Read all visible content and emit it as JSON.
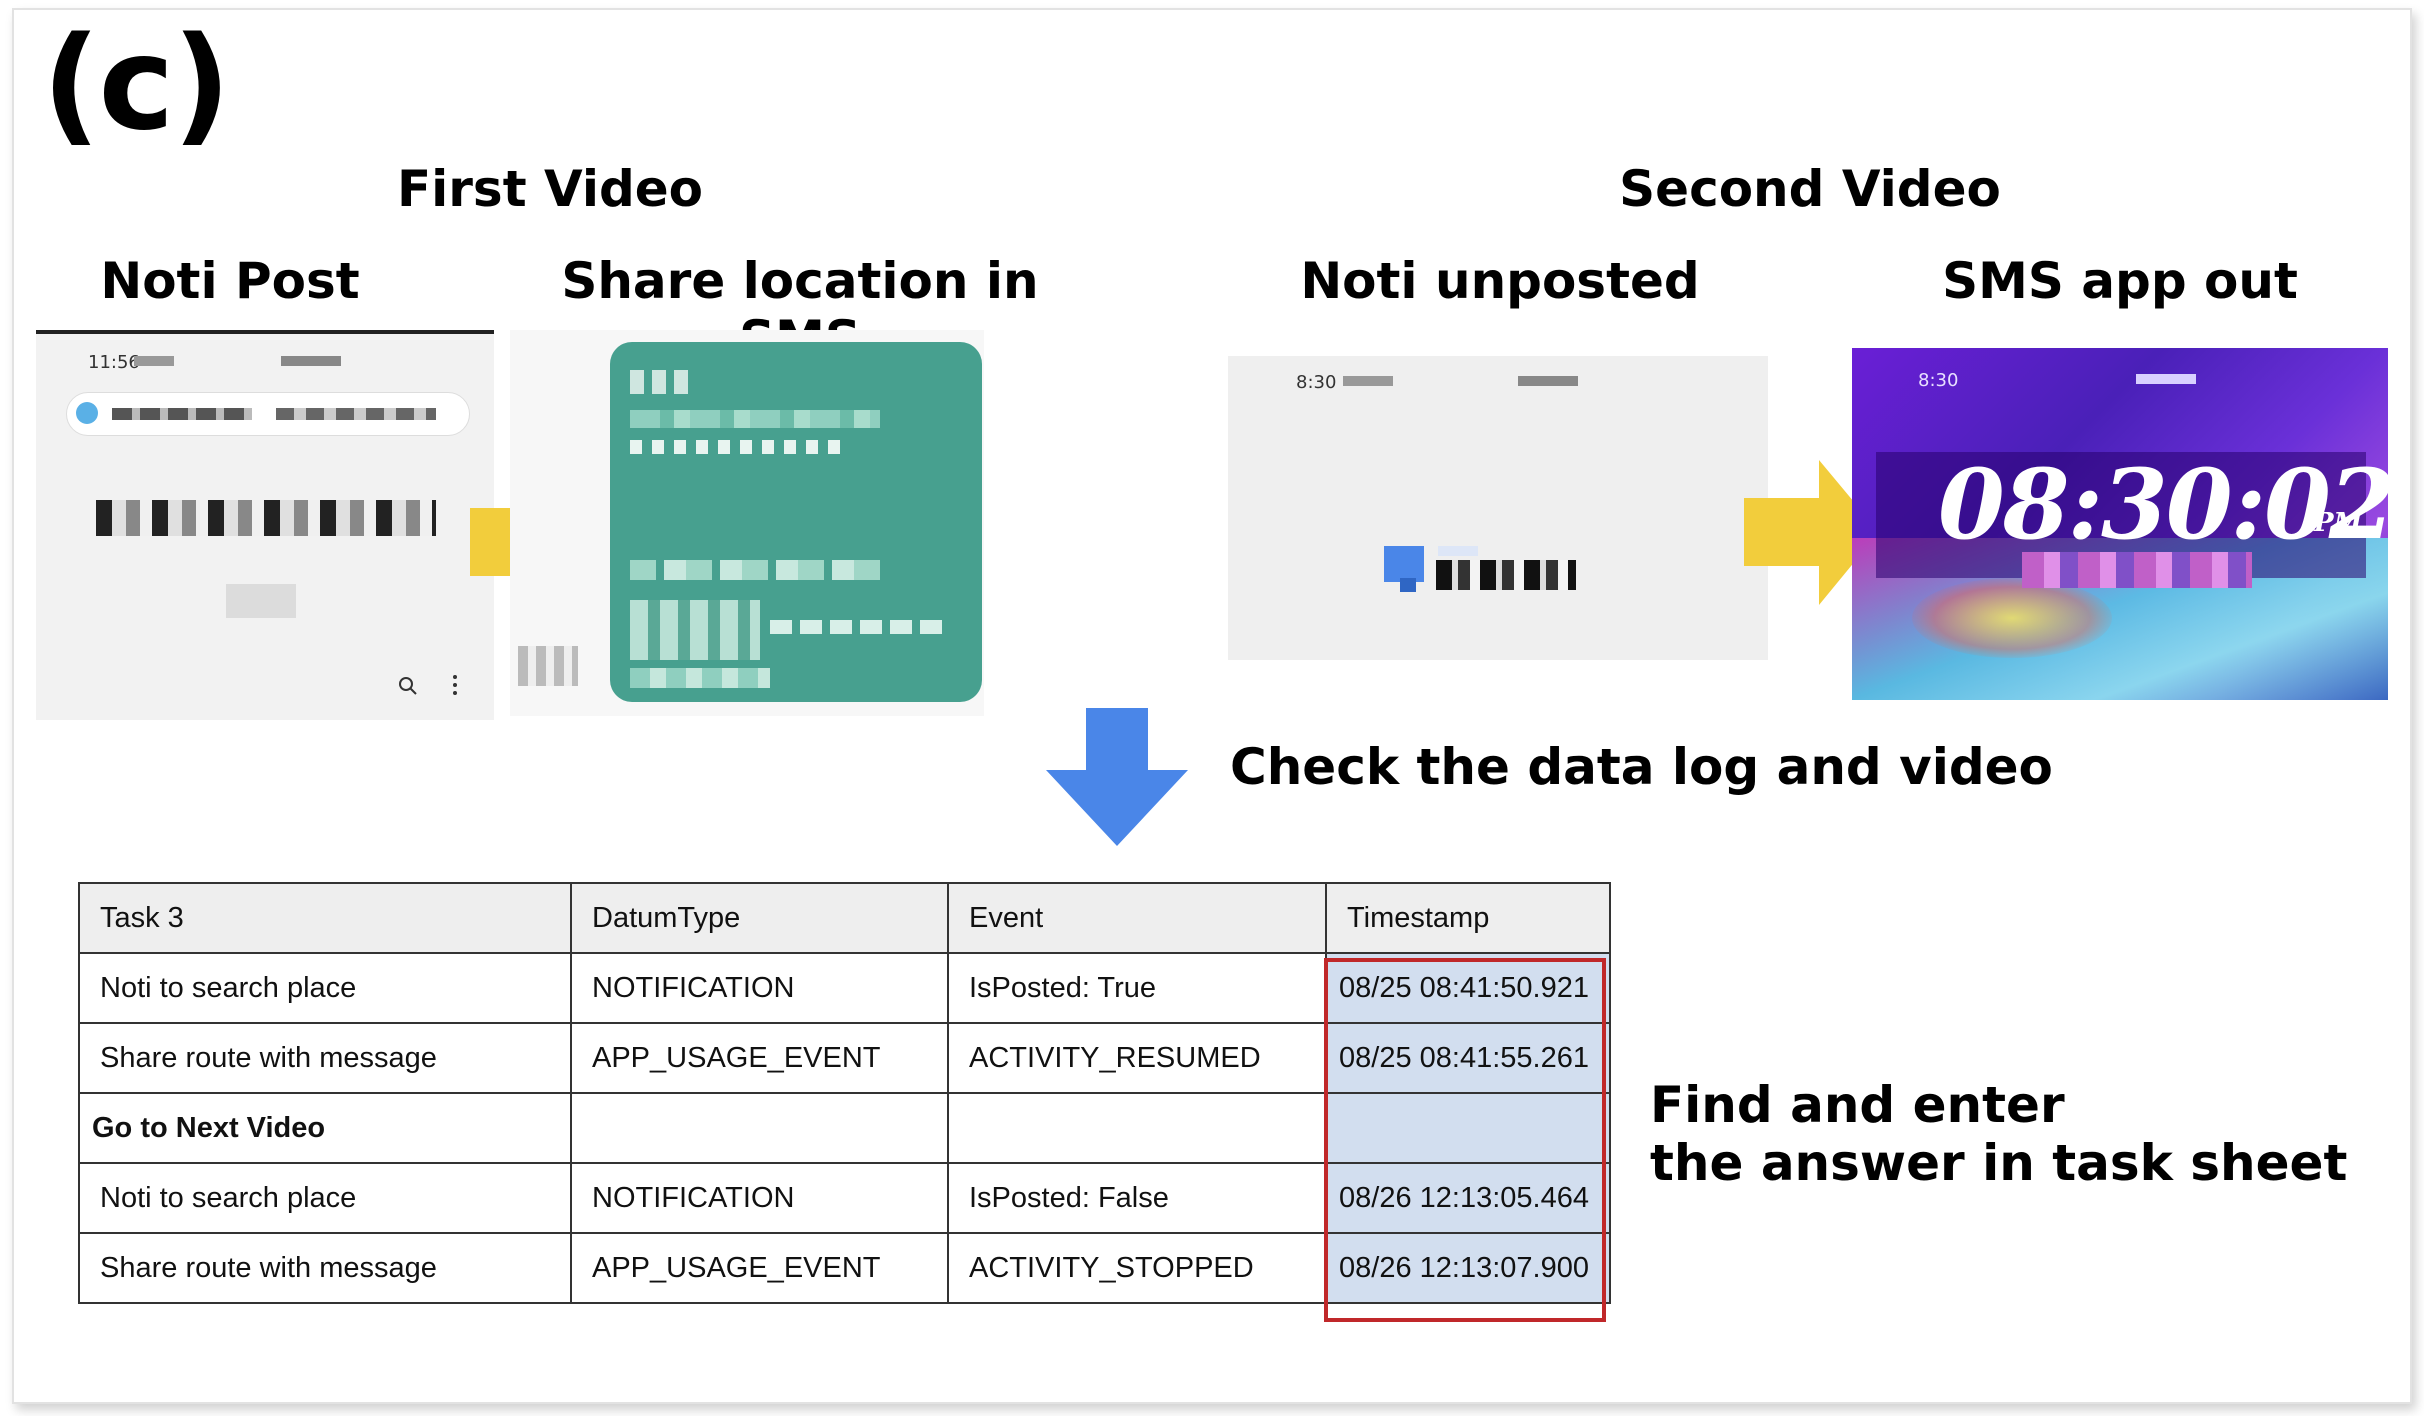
{
  "figure_label": "(c)",
  "first_video": {
    "title": "First Video",
    "panels": [
      {
        "label": "Noti Post",
        "status_time": "11:56"
      },
      {
        "label": "Share location in SMS"
      }
    ]
  },
  "second_video": {
    "title": "Second Video",
    "panels": [
      {
        "label": "Noti unposted",
        "status_time": "8:30"
      },
      {
        "label": "SMS app out",
        "status_time": "8:30",
        "clock": "08:30:02",
        "clock_suffix": "PM"
      }
    ]
  },
  "check_text": "Check the data log and video",
  "find_text_line1": "Find and enter",
  "find_text_line2": "the answer in task sheet",
  "colors": {
    "arrow_yellow": "#f2cd3c",
    "arrow_blue": "#4a86e8",
    "sms_green": "#47a08f",
    "highlight_red": "#c0282a",
    "timestamp_fill": "#d2deef"
  },
  "icons": [
    "arrow-right-icon",
    "arrow-down-icon",
    "search-icon",
    "more-vert-icon"
  ],
  "table": {
    "headers": [
      "Task 3",
      "DatumType",
      "Event",
      "Timestamp"
    ],
    "rows": [
      {
        "task": "Noti to search place",
        "type": "NOTIFICATION",
        "event": "IsPosted: True",
        "timestamp": "08/25 08:41:50.921"
      },
      {
        "task": "Share route with message",
        "type": "APP_USAGE_EVENT",
        "event": "ACTIVITY_RESUMED",
        "timestamp": "08/25 08:41:55.261"
      },
      {
        "task": "Go to Next Video",
        "type": "",
        "event": "",
        "timestamp": ""
      },
      {
        "task": "Noti to search place",
        "type": "NOTIFICATION",
        "event": "IsPosted: False",
        "timestamp": "08/26 12:13:05.464"
      },
      {
        "task": "Share route with message",
        "type": "APP_USAGE_EVENT",
        "event": "ACTIVITY_STOPPED",
        "timestamp": "08/26 12:13:07.900"
      }
    ]
  }
}
